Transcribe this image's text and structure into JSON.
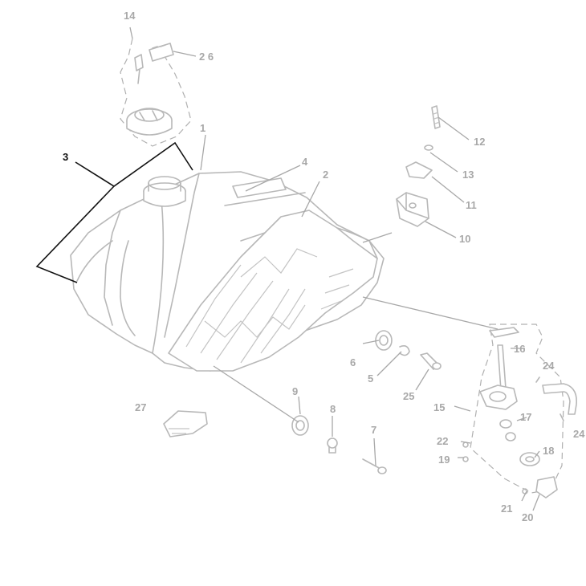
{
  "callouts": {
    "c1": "1",
    "c2": "2",
    "c3": "3",
    "c4": "4",
    "c5": "5",
    "c6": "6",
    "c7": "7",
    "c8": "8",
    "c9": "9",
    "c10": "10",
    "c11": "11",
    "c12": "12",
    "c13": "13",
    "c14": "14",
    "c15": "15",
    "c16": "16",
    "c17": "17",
    "c18": "18",
    "c19": "19",
    "c20": "20",
    "c21": "21",
    "c22": "22",
    "c24a": "24",
    "c24b": "24",
    "c25": "25",
    "c26": "2 6",
    "c27": "27"
  },
  "colors": {
    "line_art": "#b8b8b8",
    "callout_text": "#a8a8a8",
    "highlight": "#111111",
    "background": "#ffffff"
  }
}
